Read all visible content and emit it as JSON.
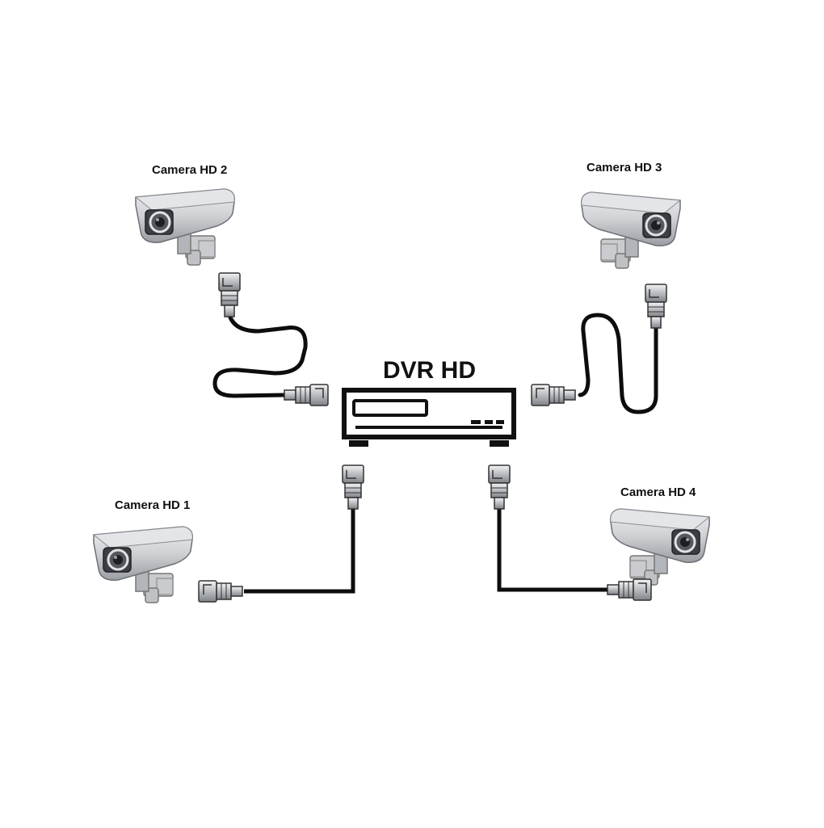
{
  "dvr": {
    "label": "DVR HD"
  },
  "cameras": [
    {
      "id": "cam1",
      "label": "Camera HD 1",
      "facing": "right"
    },
    {
      "id": "cam2",
      "label": "Camera HD 2",
      "facing": "right"
    },
    {
      "id": "cam3",
      "label": "Camera HD 3",
      "facing": "left"
    },
    {
      "id": "cam4",
      "label": "Camera HD 4",
      "facing": "left"
    }
  ],
  "colors": {
    "cable": "#0d0d0d",
    "camera_body": "#cfd1d4",
    "camera_shade": "#8e9196",
    "connector": "#b9bcc0",
    "dvr_outline": "#111111"
  },
  "connector_icon": "bnc-connector-icon",
  "camera_icon": "cctv-camera-icon",
  "dvr_icon": "dvr-recorder-icon"
}
